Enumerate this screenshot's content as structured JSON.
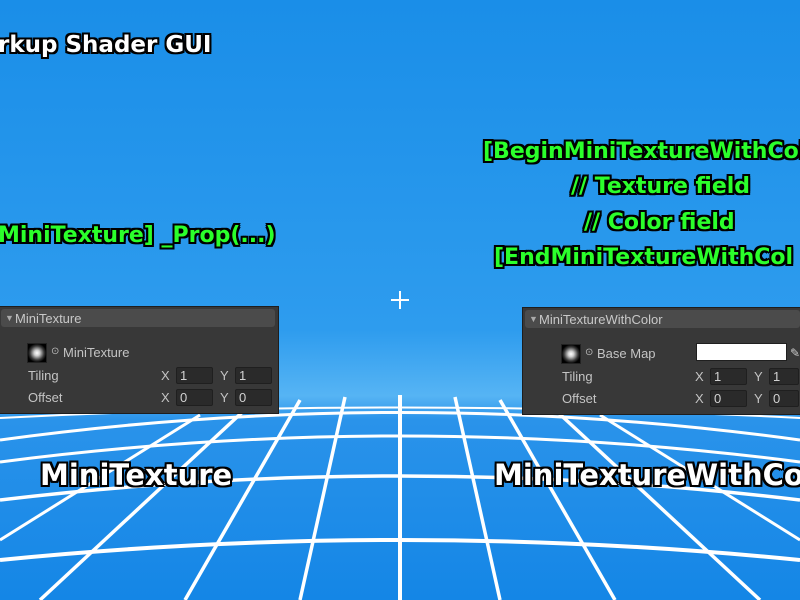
{
  "title": "rkup Shader GUI",
  "left_note": "MiniTexture] _Prop(...)",
  "right_notes": [
    "[BeginMiniTextureWithCol",
    "// Texture field",
    "// Color field",
    "[EndMiniTextureWithCol"
  ],
  "left_panel": {
    "header": "MiniTexture",
    "texture_label": "MiniTexture",
    "tiling_label": "Tiling",
    "offset_label": "Offset",
    "x_label": "X",
    "y_label": "Y",
    "tiling_x": "1",
    "tiling_y": "1",
    "offset_x": "0",
    "offset_y": "0"
  },
  "right_panel": {
    "header": "MiniTextureWithColor",
    "texture_label": "Base Map",
    "tiling_label": "Tiling",
    "offset_label": "Offset",
    "x_label": "X",
    "y_label": "Y",
    "tiling_x": "1",
    "tiling_y": "1",
    "offset_x": "0",
    "offset_y": "0",
    "color_value": "#ffffff"
  },
  "captions": {
    "left": "MiniTexture",
    "right": "MiniTextureWithCol"
  },
  "colors": {
    "sky_top": "#1a8ee8",
    "sky_horizon": "#4fb0f2",
    "floor": "#1486e6",
    "grid": "#ffffff",
    "note_green": "#2bff2b"
  }
}
